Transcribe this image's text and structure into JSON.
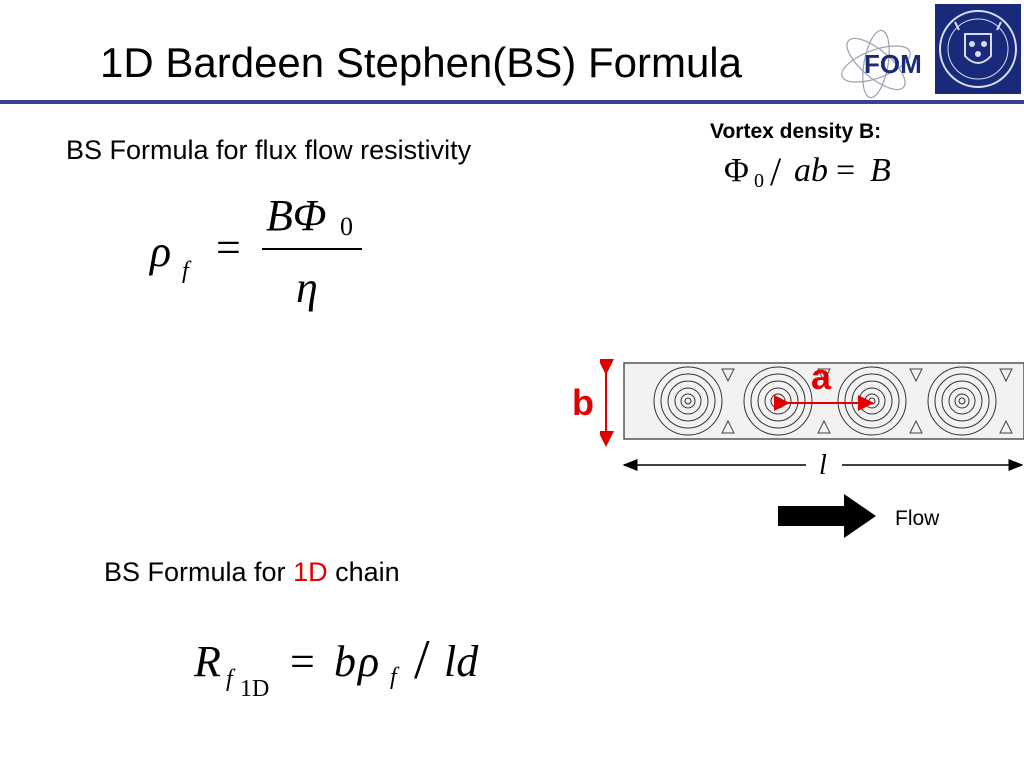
{
  "slide": {
    "title": "1D Bardeen Stephen(BS) Formula",
    "heading_resistivity": "BS Formula for flux flow resistivity",
    "heading_chain_before": "BS Formula for ",
    "heading_chain_highlight": "1D",
    "heading_chain_after": " chain",
    "vortex_density_label": "Vortex density B:",
    "formula_vortex": {
      "phi": "Φ",
      "sub": "0",
      "slash": "/",
      "rest": "ab",
      "eq": "=",
      "rhs": "B"
    },
    "formula_rho": {
      "rho": "ρ",
      "sub": "f",
      "eq": "=",
      "num": "BΦ",
      "num_sub": "0",
      "den": "η"
    },
    "formula_chain": {
      "R": "R",
      "sub_f": "f",
      "sub_1d": "1D",
      "eq": "=",
      "b": "b",
      "rho": "ρ",
      "rho_sub": "f",
      "slash": "/",
      "ld": "ld"
    }
  },
  "diagram": {
    "label_b": "b",
    "label_a": "a",
    "label_l": "l",
    "flow_label": "Flow",
    "vortex_count": 4
  },
  "logos": {
    "fom_text": "FOM"
  },
  "colors": {
    "rule": "#3a3f8f",
    "accent_red": "#e00000",
    "logo_blue": "#1a2a7a"
  }
}
